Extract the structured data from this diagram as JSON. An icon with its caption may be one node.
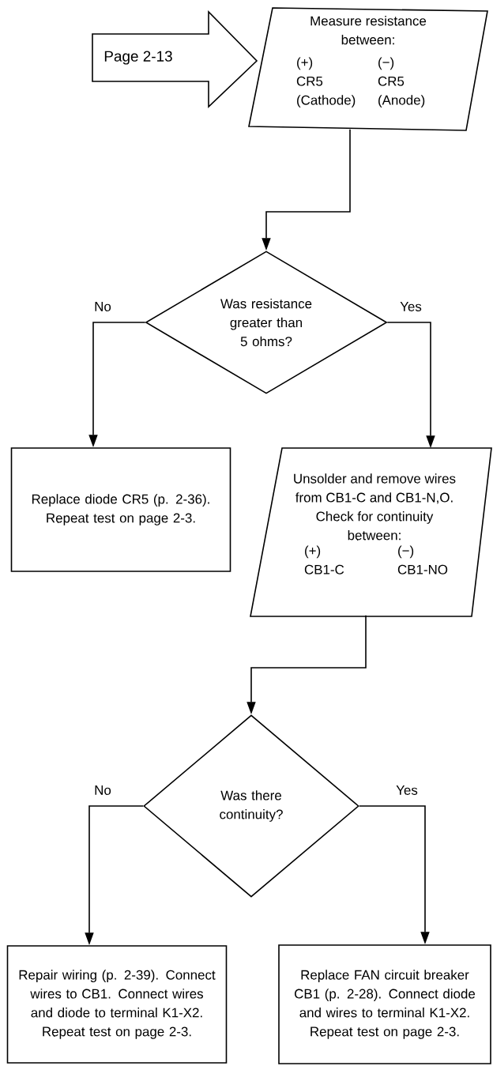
{
  "diagram": {
    "nodes": [
      {
        "text": [
          "Page 2-13"
        ]
      },
      {
        "text": [
          "Measure resistance between:",
          "(+) CR5 (Cathode)",
          "(−) CR5 (Anode)"
        ]
      },
      {
        "text": [
          "Was resistance greater than 5 ohms?"
        ]
      },
      {
        "text": [
          "Replace diode CR5 (p. 2-36). Repeat test on page 2-3."
        ]
      },
      {
        "text": [
          "Unsolder and remove wires from CB1-C and CB1-N,O. Check for continuity between:",
          "(+) CB1-C",
          "(−) CB1-NO"
        ]
      },
      {
        "text": [
          "Was there continuity?"
        ]
      },
      {
        "text": [
          "Repair wiring (p. 2-39). Connect wires to CB1. Connect wires and diode to terminal K1-X2. Repeat test on page 2-3."
        ]
      },
      {
        "text": [
          "Replace FAN circuit breaker CB1 (p. 2-28). Connect diode and wires to terminal K1-X2. Repeat test on page 2-3."
        ]
      }
    ],
    "edges": [
      {
        "from": 1,
        "to": 2,
        "arrow": "to"
      },
      {
        "from": 2,
        "to": 3,
        "arrow": "to",
        "label": "No"
      },
      {
        "from": 2,
        "to": 4,
        "arrow": "to",
        "label": "Yes"
      },
      {
        "from": 4,
        "to": 5,
        "arrow": "to"
      },
      {
        "from": 5,
        "to": 6,
        "arrow": "to",
        "label": "No"
      },
      {
        "from": 5,
        "to": 7,
        "arrow": "to",
        "label": "Yes"
      }
    ]
  }
}
